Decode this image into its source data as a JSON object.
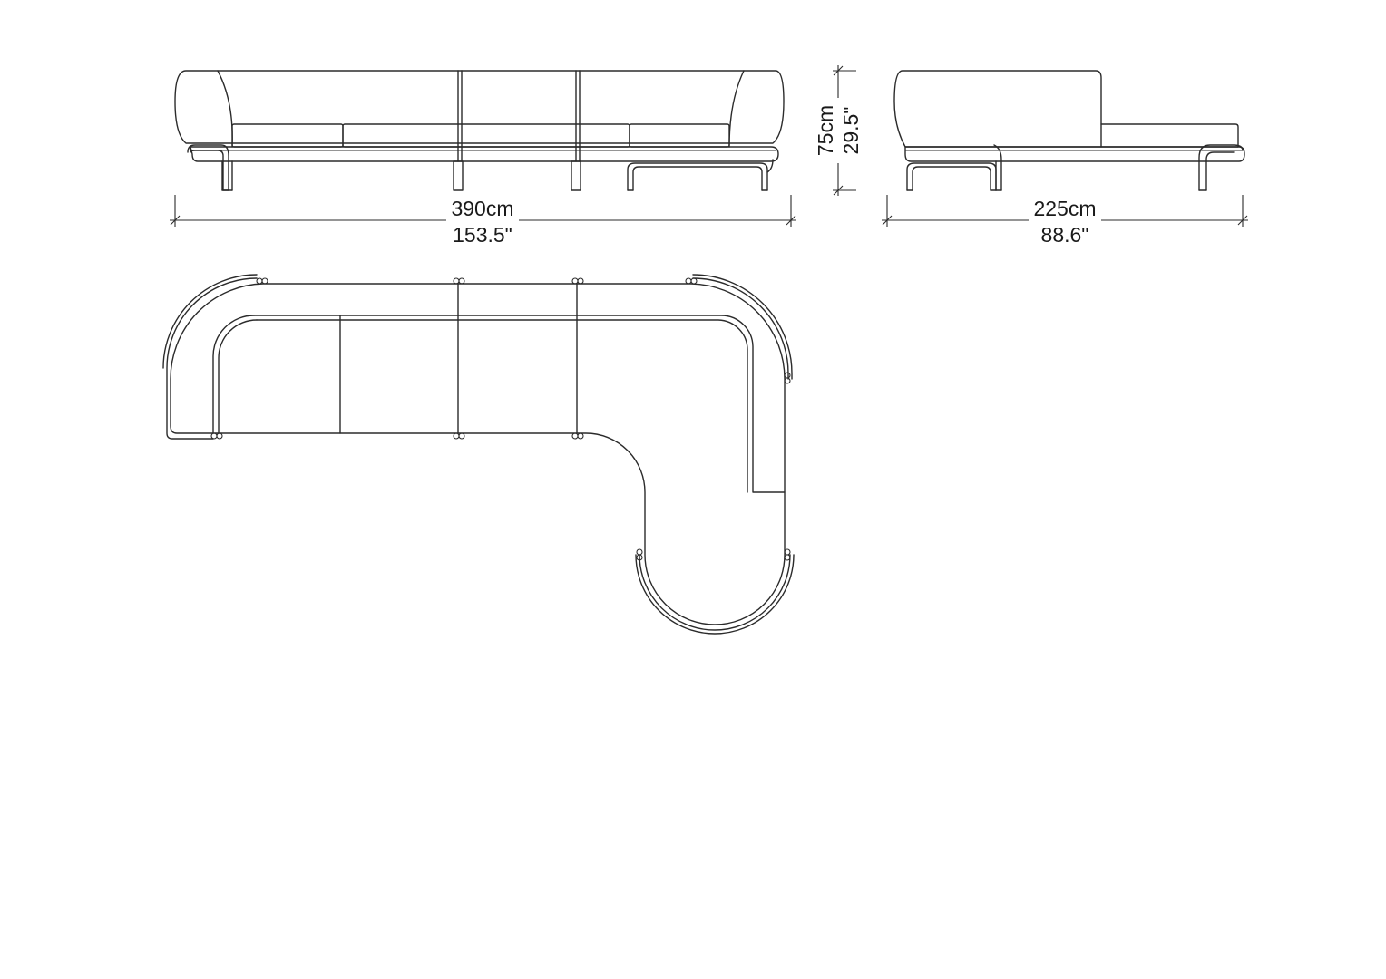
{
  "dimensions": {
    "front_width_cm": "390cm",
    "front_width_in": "153.5\"",
    "side_depth_cm": "225cm",
    "side_depth_in": "88.6\"",
    "height_cm": "75cm",
    "height_in": "29.5\""
  },
  "colors": {
    "line": "#2b2b2b",
    "background": "#ffffff"
  }
}
